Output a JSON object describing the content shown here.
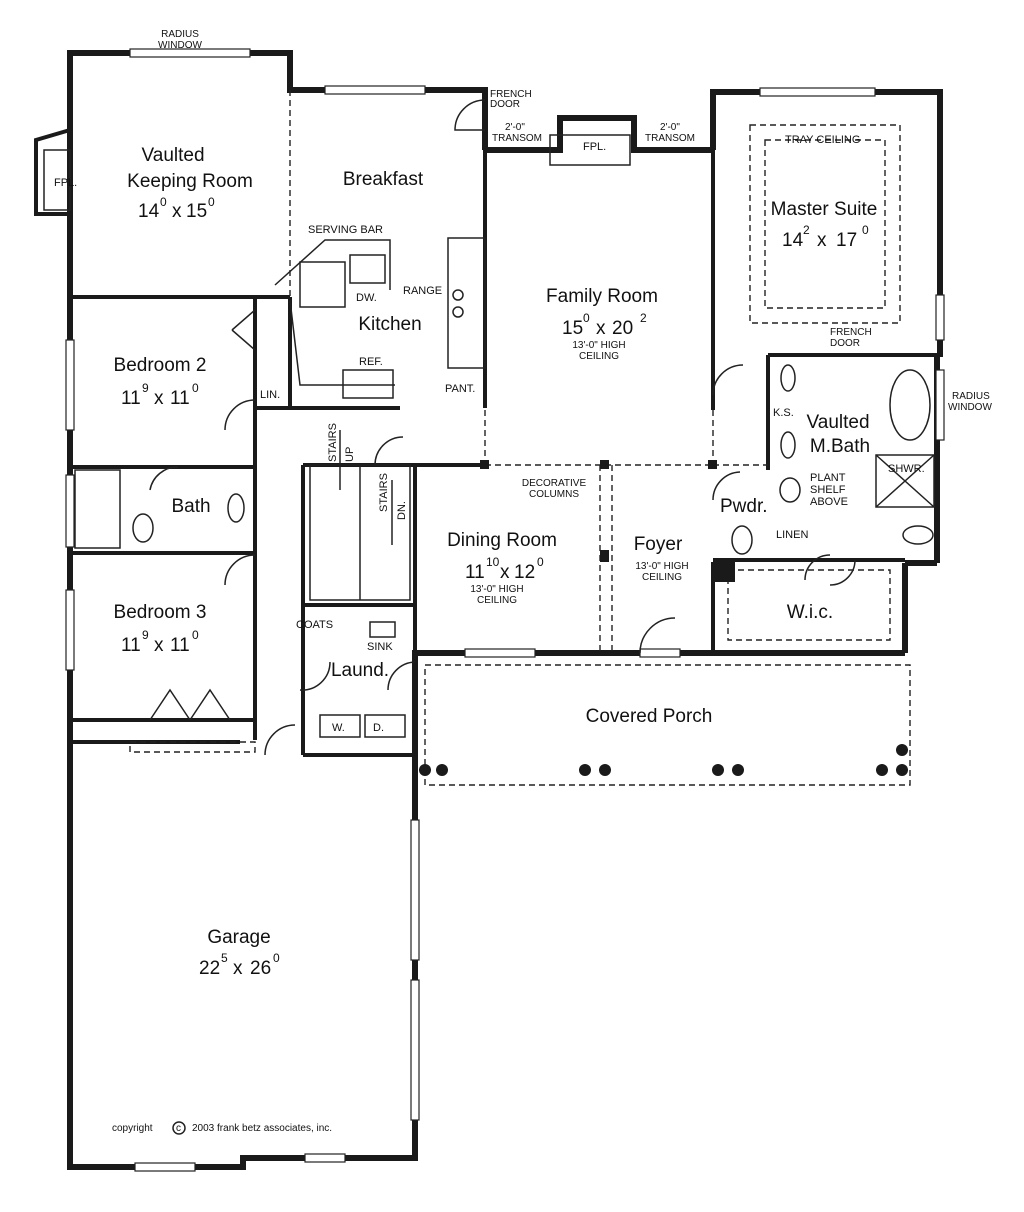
{
  "rooms": {
    "keeping": {
      "line1": "Vaulted",
      "line2": "Keeping Room",
      "w": "14",
      "wsup": "0",
      "h": "15",
      "hsup": "0"
    },
    "breakfast": {
      "name": "Breakfast"
    },
    "kitchen": {
      "name": "Kitchen"
    },
    "family": {
      "name": "Family Room",
      "w": "15",
      "wsup": "0",
      "h": "20",
      "hsup": "2",
      "note1": "13'-0\" HIGH",
      "note2": "CEILING"
    },
    "master": {
      "name": "Master Suite",
      "w": "14",
      "wsup": "2",
      "h": "17",
      "hsup": "0"
    },
    "bedroom2": {
      "name": "Bedroom 2",
      "w": "11",
      "wsup": "9",
      "h": "11",
      "hsup": "0"
    },
    "bedroom3": {
      "name": "Bedroom 3",
      "w": "11",
      "wsup": "9",
      "h": "11",
      "hsup": "0"
    },
    "bath": {
      "name": "Bath"
    },
    "dining": {
      "name": "Dining Room",
      "w": "11",
      "wsup": "10",
      "h": "12",
      "hsup": "0",
      "note1": "13'-0\" HIGH",
      "note2": "CEILING"
    },
    "foyer": {
      "name": "Foyer",
      "note1": "13'-0\" HIGH",
      "note2": "CEILING"
    },
    "mbath": {
      "line1": "Vaulted",
      "line2": "M.Bath"
    },
    "pwdr": {
      "name": "Pwdr."
    },
    "wic": {
      "name": "W.i.c."
    },
    "laund": {
      "name": "Laund."
    },
    "porch": {
      "name": "Covered Porch"
    },
    "garage": {
      "name": "Garage",
      "w": "22",
      "wsup": "5",
      "h": "26",
      "hsup": "0"
    }
  },
  "labels": {
    "radius_window_1": "RADIUS",
    "radius_window_2": "WINDOW",
    "french_door_1": "FRENCH",
    "french_door_2": "DOOR",
    "transom_1": "2'-0\"",
    "transom_2": "TRANSOM",
    "fpl": "FPL.",
    "tray_ceiling": "TRAY CEILING",
    "serving_bar": "SERVING BAR",
    "range": "RANGE",
    "dw": "DW.",
    "ref": "REF.",
    "pant": "PANT.",
    "lin": "LIN.",
    "stairs": "STAIRS",
    "up": "UP",
    "dn": "DN.",
    "decorative_1": "DECORATIVE",
    "decorative_2": "COLUMNS",
    "ks": "K.S.",
    "plant_1": "PLANT",
    "plant_2": "SHELF",
    "plant_3": "ABOVE",
    "shwr": "SHWR.",
    "linen": "LINEN",
    "coats": "COATS",
    "sink": "SINK",
    "washer": "W.",
    "dryer": "D."
  },
  "copyright": "copyright",
  "copyright_rest": "2003 frank betz associates, inc."
}
